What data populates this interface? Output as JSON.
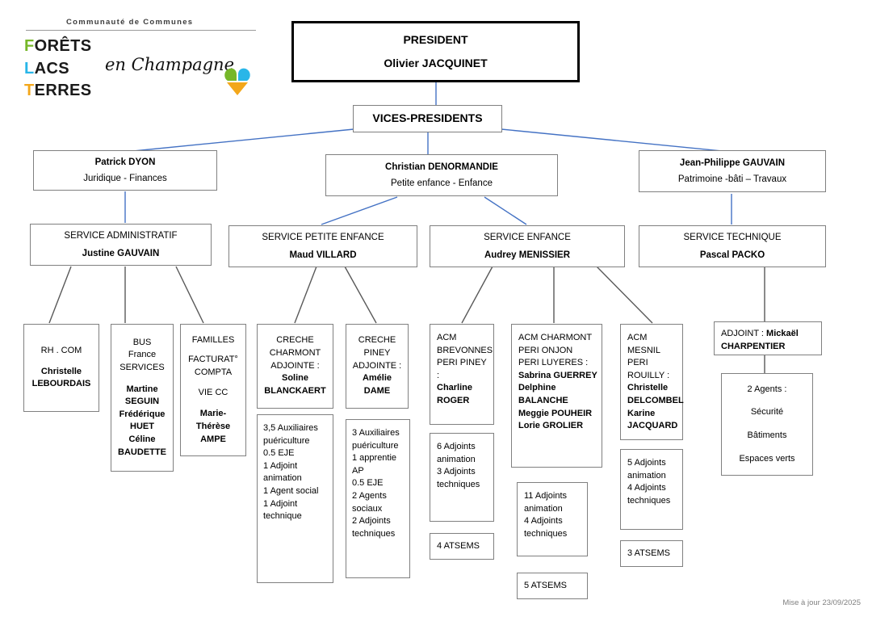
{
  "document": {
    "type": "organizational-chart",
    "footer_note": "Mise à jour 23/09/2025"
  },
  "logo": {
    "tagline": "Communauté de Communes",
    "word1": "FORÊTS",
    "word2": "LACS",
    "word3": "TERRES",
    "script": "en Champagne",
    "colors": {
      "green": "#76b729",
      "blue": "#29b6e8",
      "orange": "#f3a71b"
    }
  },
  "colors": {
    "connector_blue": "#4472c4",
    "connector_gray": "#595959",
    "box_border": "#808080",
    "top_box_border": "#000000"
  },
  "chart": {
    "president": {
      "title": "PRESIDENT",
      "name": "Olivier JACQUINET"
    },
    "vice_presidents_header": "VICES-PRESIDENTS",
    "vice_presidents": [
      {
        "name": "Patrick DYON",
        "portfolio": "Juridique - Finances"
      },
      {
        "name": "Christian DENORMANDIE",
        "portfolio": "Petite enfance - Enfance"
      },
      {
        "name": "Jean-Philippe GAUVAIN",
        "portfolio": "Patrimoine -bâti – Travaux"
      }
    ],
    "services": [
      {
        "title": "SERVICE ADMINISTRATIF",
        "head": "Justine GAUVAIN"
      },
      {
        "title": "SERVICE PETITE ENFANCE",
        "head": "Maud VILLARD"
      },
      {
        "title": "SERVICE ENFANCE",
        "head": "Audrey MENISSIER"
      },
      {
        "title": "SERVICE TECHNIQUE",
        "head": "Pascal PACKO"
      }
    ],
    "units": {
      "rh_com": {
        "line1": "RH . COM",
        "staff1": "Christelle",
        "staff2": "LEBOURDAIS"
      },
      "bus": {
        "line1": "BUS",
        "line2": "France",
        "line3": "SERVICES",
        "staff1": "Martine",
        "staff2": "SEGUIN",
        "staff3": "Frédérique",
        "staff4": "HUET",
        "staff5": "Céline",
        "staff6": "BAUDETTE"
      },
      "familles": {
        "line1": "FAMILLES",
        "line2": "FACTURAT°",
        "line3": "COMPTA",
        "line4": "VIE CC",
        "staff1": "Marie-",
        "staff2": "Thérèse",
        "staff3": "AMPE"
      },
      "creche_charmont": {
        "line1": "CRECHE",
        "line2": "CHARMONT",
        "line3": "ADJOINTE :",
        "staff1": "Soline",
        "staff2": "BLANCKAERT"
      },
      "creche_charmont_staff": {
        "l1": "3,5 Auxiliaires",
        "l2": "puériculture",
        "l3": "0.5 EJE",
        "l4": "1 Adjoint",
        "l5": "animation",
        "l6": "1 Agent social",
        "l7": "1 Adjoint",
        "l8": "technique"
      },
      "creche_piney": {
        "line1": "CRECHE",
        "line2": "PINEY",
        "line3": "ADJOINTE :",
        "staff1": "Amélie",
        "staff2": "DAME"
      },
      "creche_piney_staff": {
        "l1": "3 Auxiliaires",
        "l2": "puériculture",
        "l3": "1 apprentie",
        "l4": "AP",
        "l5": "0.5 EJE",
        "l6": "2 Agents",
        "l7": "sociaux",
        "l8": "2 Adjoints",
        "l9": "techniques"
      },
      "acm_brevonnes": {
        "line1": "ACM",
        "line2": "BREVONNES",
        "line3": "PERI PINEY :",
        "staff1": "Charline",
        "staff2": "ROGER"
      },
      "acm_brevonnes_staff": {
        "l1": "6 Adjoints",
        "l2": "animation",
        "l3": "3 Adjoints",
        "l4": "techniques"
      },
      "acm_brevonnes_atsems": {
        "l1": "4 ATSEMS"
      },
      "acm_charmont": {
        "line1": "ACM CHARMONT",
        "line2": "PERI ONJON",
        "line3": "PERI LUYERES :",
        "staff1": "Sabrina GUERREY",
        "staff2": "Delphine",
        "staff3": "BALANCHE",
        "staff4": "Meggie POUHEIR",
        "staff5": "Lorie GROLIER"
      },
      "acm_charmont_staff": {
        "l1": "11 Adjoints",
        "l2": "animation",
        "l3": "4 Adjoints",
        "l4": "techniques"
      },
      "acm_charmont_atsems": {
        "l1": "5 ATSEMS"
      },
      "acm_mesnil": {
        "line1": "ACM",
        "line2": "MESNIL PERI",
        "line3": "ROUILLY :",
        "staff1": "Christelle",
        "staff2": "DELCOMBEL",
        "staff3": "Karine",
        "staff4": "JACQUARD"
      },
      "acm_mesnil_staff": {
        "l1": "5 Adjoints",
        "l2": "animation",
        "l3": "4 Adjoints",
        "l4": "techniques"
      },
      "acm_mesnil_atsems": {
        "l1": "3 ATSEMS"
      },
      "adjoint_technique": {
        "label": "ADJOINT : ",
        "staff1": "Mickaël",
        "staff2": "CHARPENTIER"
      },
      "agents_technique": {
        "l1": "2 Agents :",
        "l2": "Sécurité",
        "l3": "Bâtiments",
        "l4": "Espaces verts"
      }
    }
  }
}
